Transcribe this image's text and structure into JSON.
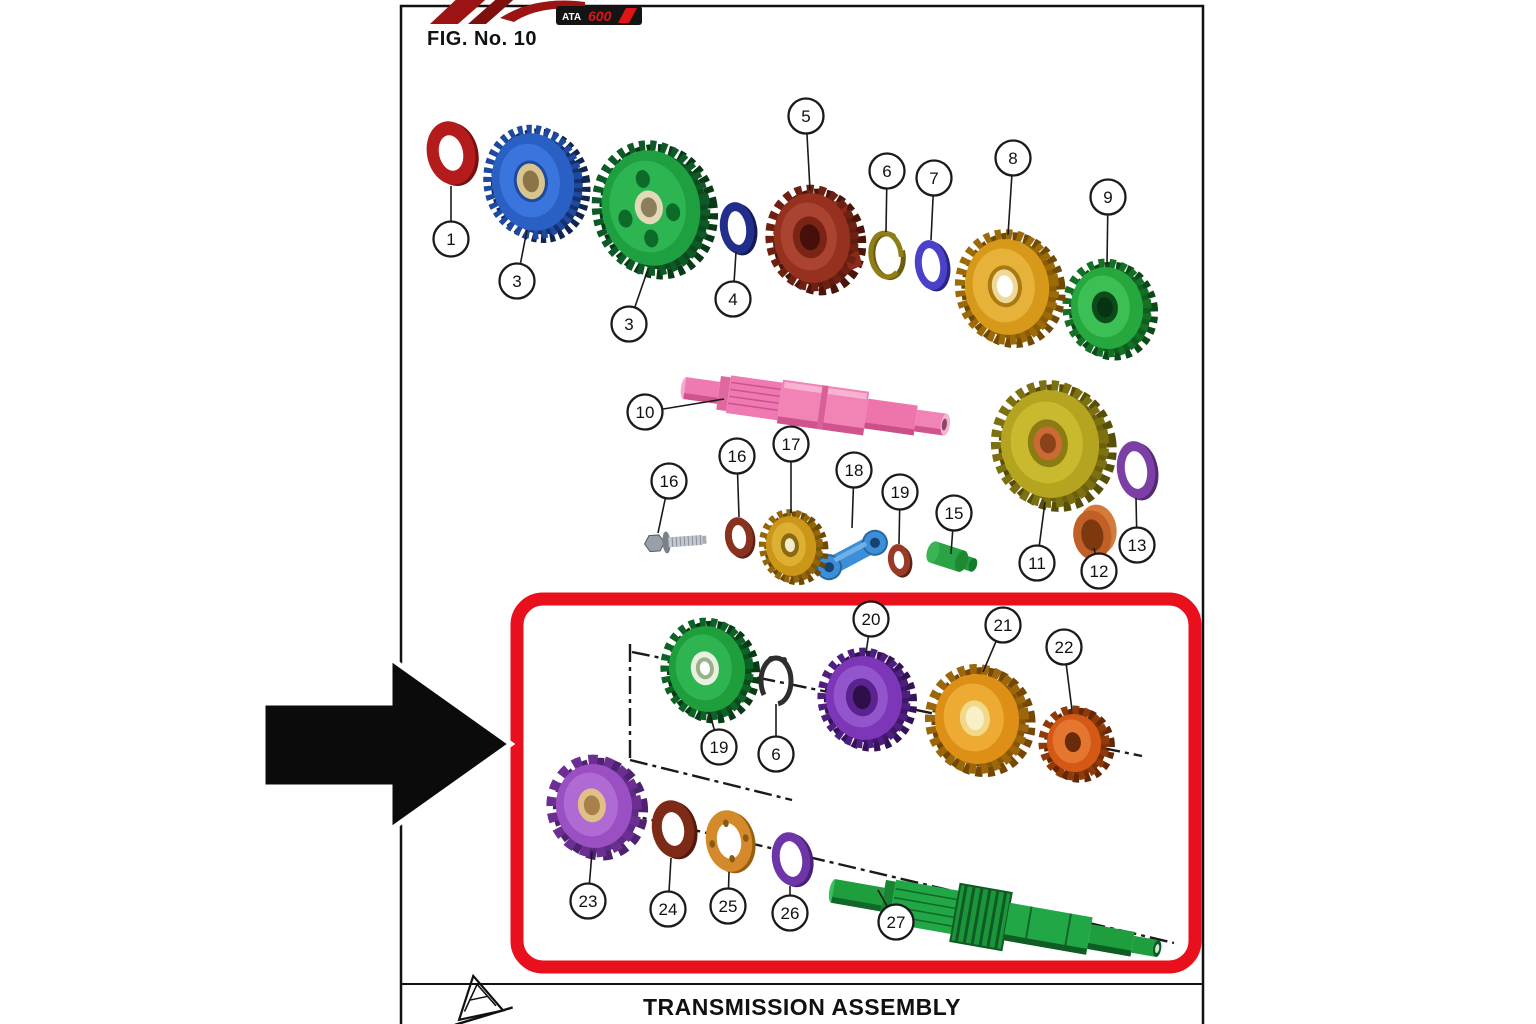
{
  "page": {
    "fig_label": "FIG. No. 10",
    "title": "TRANSMISSION ASSEMBLY"
  },
  "logo": {
    "brand_text": "ATA",
    "badge_text": "600"
  },
  "colors": {
    "highlight_box": "#e8101c",
    "arrow": "#0b0b0b",
    "page_border": "#111111"
  },
  "callouts": [
    {
      "label": "1"
    },
    {
      "label": "3"
    },
    {
      "label": "3"
    },
    {
      "label": "4"
    },
    {
      "label": "5"
    },
    {
      "label": "6"
    },
    {
      "label": "7"
    },
    {
      "label": "8"
    },
    {
      "label": "9"
    },
    {
      "label": "10"
    },
    {
      "label": "11"
    },
    {
      "label": "12"
    },
    {
      "label": "13"
    },
    {
      "label": "15"
    },
    {
      "label": "16"
    },
    {
      "label": "16"
    },
    {
      "label": "17"
    },
    {
      "label": "18"
    },
    {
      "label": "19"
    },
    {
      "label": "19"
    },
    {
      "label": "6"
    },
    {
      "label": "20"
    },
    {
      "label": "21"
    },
    {
      "label": "22"
    },
    {
      "label": "23"
    },
    {
      "label": "24"
    },
    {
      "label": "25"
    },
    {
      "label": "26"
    },
    {
      "label": "27"
    }
  ]
}
